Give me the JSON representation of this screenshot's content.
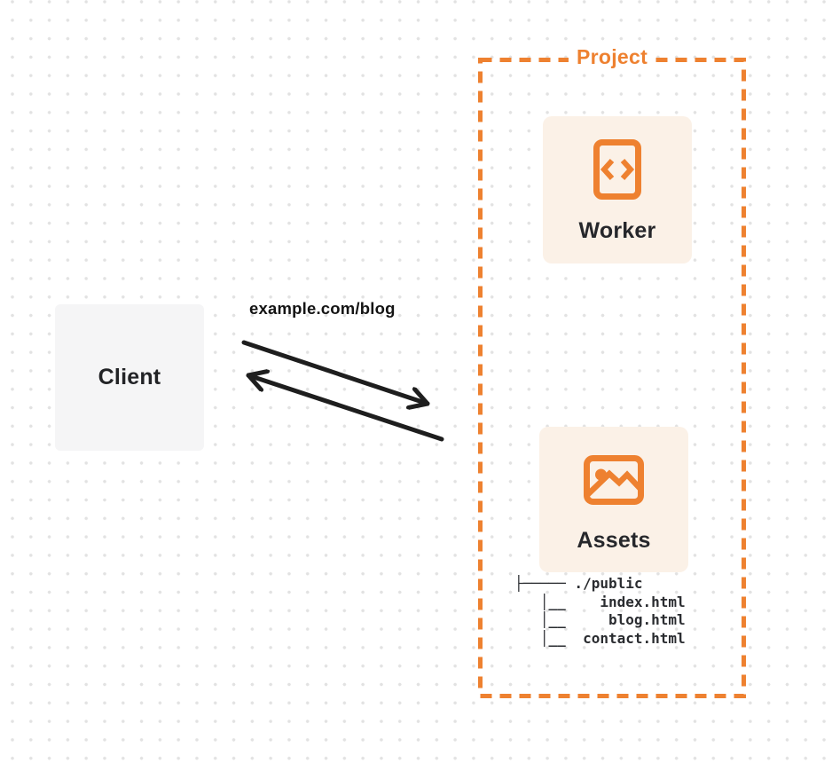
{
  "client": {
    "label": "Client"
  },
  "request": {
    "label": "example.com/blog"
  },
  "project": {
    "label": "Project",
    "worker": {
      "label": "Worker",
      "icon": "code-file-icon"
    },
    "assets": {
      "label": "Assets",
      "icon": "image-icon"
    },
    "file_tree": {
      "root": "./public",
      "files": [
        "index.html",
        "blog.html",
        "contact.html"
      ],
      "lines": [
        "├───── ./public",
        "   │__    index.html",
        "   │__     blog.html",
        "   │__  contact.html"
      ]
    }
  },
  "colors": {
    "accent_orange": "#ee8130",
    "card_background": "#fbf1e7",
    "client_background": "#f5f5f6",
    "arrow_black": "#1e1e1e",
    "text_dark": "#26272b",
    "dot_grid": "#e2e2e2"
  }
}
